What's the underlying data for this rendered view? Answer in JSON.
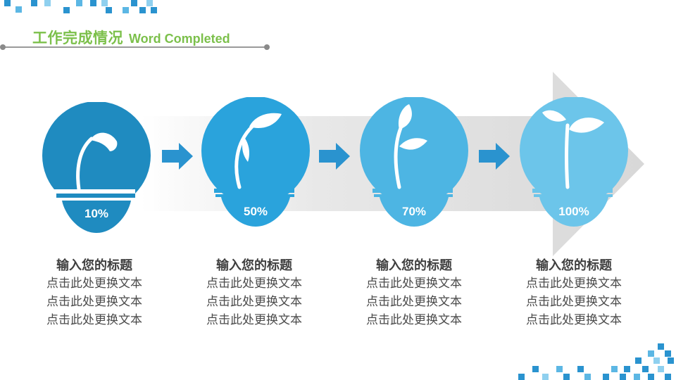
{
  "header": {
    "title_cn": "工作完成情况",
    "title_en": "Word Completed"
  },
  "colors": {
    "accent_green": "#7cc04b",
    "bulb_1": "#1f8bc0",
    "bulb_2": "#2aa3dc",
    "bulb_3": "#4db5e3",
    "bulb_4": "#6cc5ea",
    "arrow": "#2a93cf",
    "band": "#e4e4e4"
  },
  "steps": [
    {
      "percent": "10%",
      "title": "输入您的标题",
      "lines": [
        "点击此处更换文本",
        "点击此处更换文本",
        "点击此处更换文本"
      ]
    },
    {
      "percent": "50%",
      "title": "输入您的标题",
      "lines": [
        "点击此处更换文本",
        "点击此处更换文本",
        "点击此处更换文本"
      ]
    },
    {
      "percent": "70%",
      "title": "输入您的标题",
      "lines": [
        "点击此处更换文本",
        "点击此处更换文本",
        "点击此处更换文本"
      ]
    },
    {
      "percent": "100%",
      "title": "输入您的标题",
      "lines": [
        "点击此处更换文本",
        "点击此处更换文本",
        "点击此处更换文本"
      ]
    }
  ]
}
